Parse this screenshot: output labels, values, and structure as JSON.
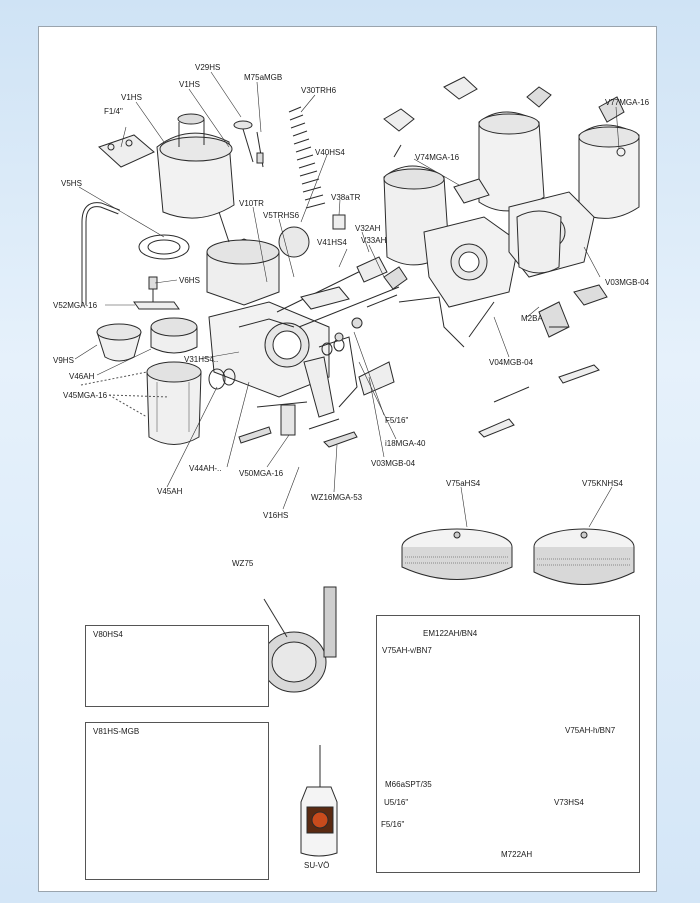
{
  "labels": {
    "v29hs": "V29HS",
    "m75amgb": "M75aMGB",
    "v1hs_a": "V1HS",
    "v1hs_b": "V1HS",
    "v30trh6": "V30TRH6",
    "f1_4": "F1/4\"",
    "v40hs4": "V40HS4",
    "v5hs": "V5HS",
    "v10tr": "V10TR",
    "v38atr": "V38aTR",
    "v5trhs6": "V5TRHS6",
    "v32ah": "V32AH",
    "v41hs4": "V41HS4",
    "v33ah": "V33AH",
    "v6hs": "V6HS",
    "v52mga16": "V52MGA-16",
    "v9hs": "V9HS",
    "v46ah": "V46AH",
    "v31hs4": "V31HS4..",
    "v45mga16": "V45MGA-16",
    "v44ah": "V44AH-..",
    "v45ah": "V45AH",
    "v50mga16": "V50MGA-16",
    "v16hs": "V16HS",
    "wz16mga53": "WZ16MGA-53",
    "v03mgb04_a": "V03MGB-04",
    "i18mga40": "i18MGA-40",
    "f5_16_a": "F5/16\"",
    "v74mga16": "V74MGA-16",
    "v77mga16": "V77MGA-16",
    "v03mgb04_b": "V03MGB-04",
    "m2ba": "M2BA",
    "v04mgb04": "V04MGB-04",
    "v75ahs4": "V75aHS4",
    "v75knhs4": "V75KNHS4",
    "wz75": "WZ75",
    "v80hs4": "V80HS4",
    "v81hsmgb": "V81HS-MGB",
    "suvo": "SU-VÖ",
    "em122ah": "EM122AH/BN4",
    "v75ahv": "V75AH-v/BN7",
    "v75ahh": "V75AH-h/BN7",
    "m66aspt": "M66aSPT/35",
    "u5_16": "U5/16\"",
    "v73hs4": "V73HS4",
    "f5_16_b": "F5/16\"",
    "m722ah": "M722AH"
  },
  "colors": {
    "background_top": "#cfe3f5",
    "page": "#ffffff",
    "line": "#2b2b2b",
    "filter_orange": "#d9a25e"
  }
}
